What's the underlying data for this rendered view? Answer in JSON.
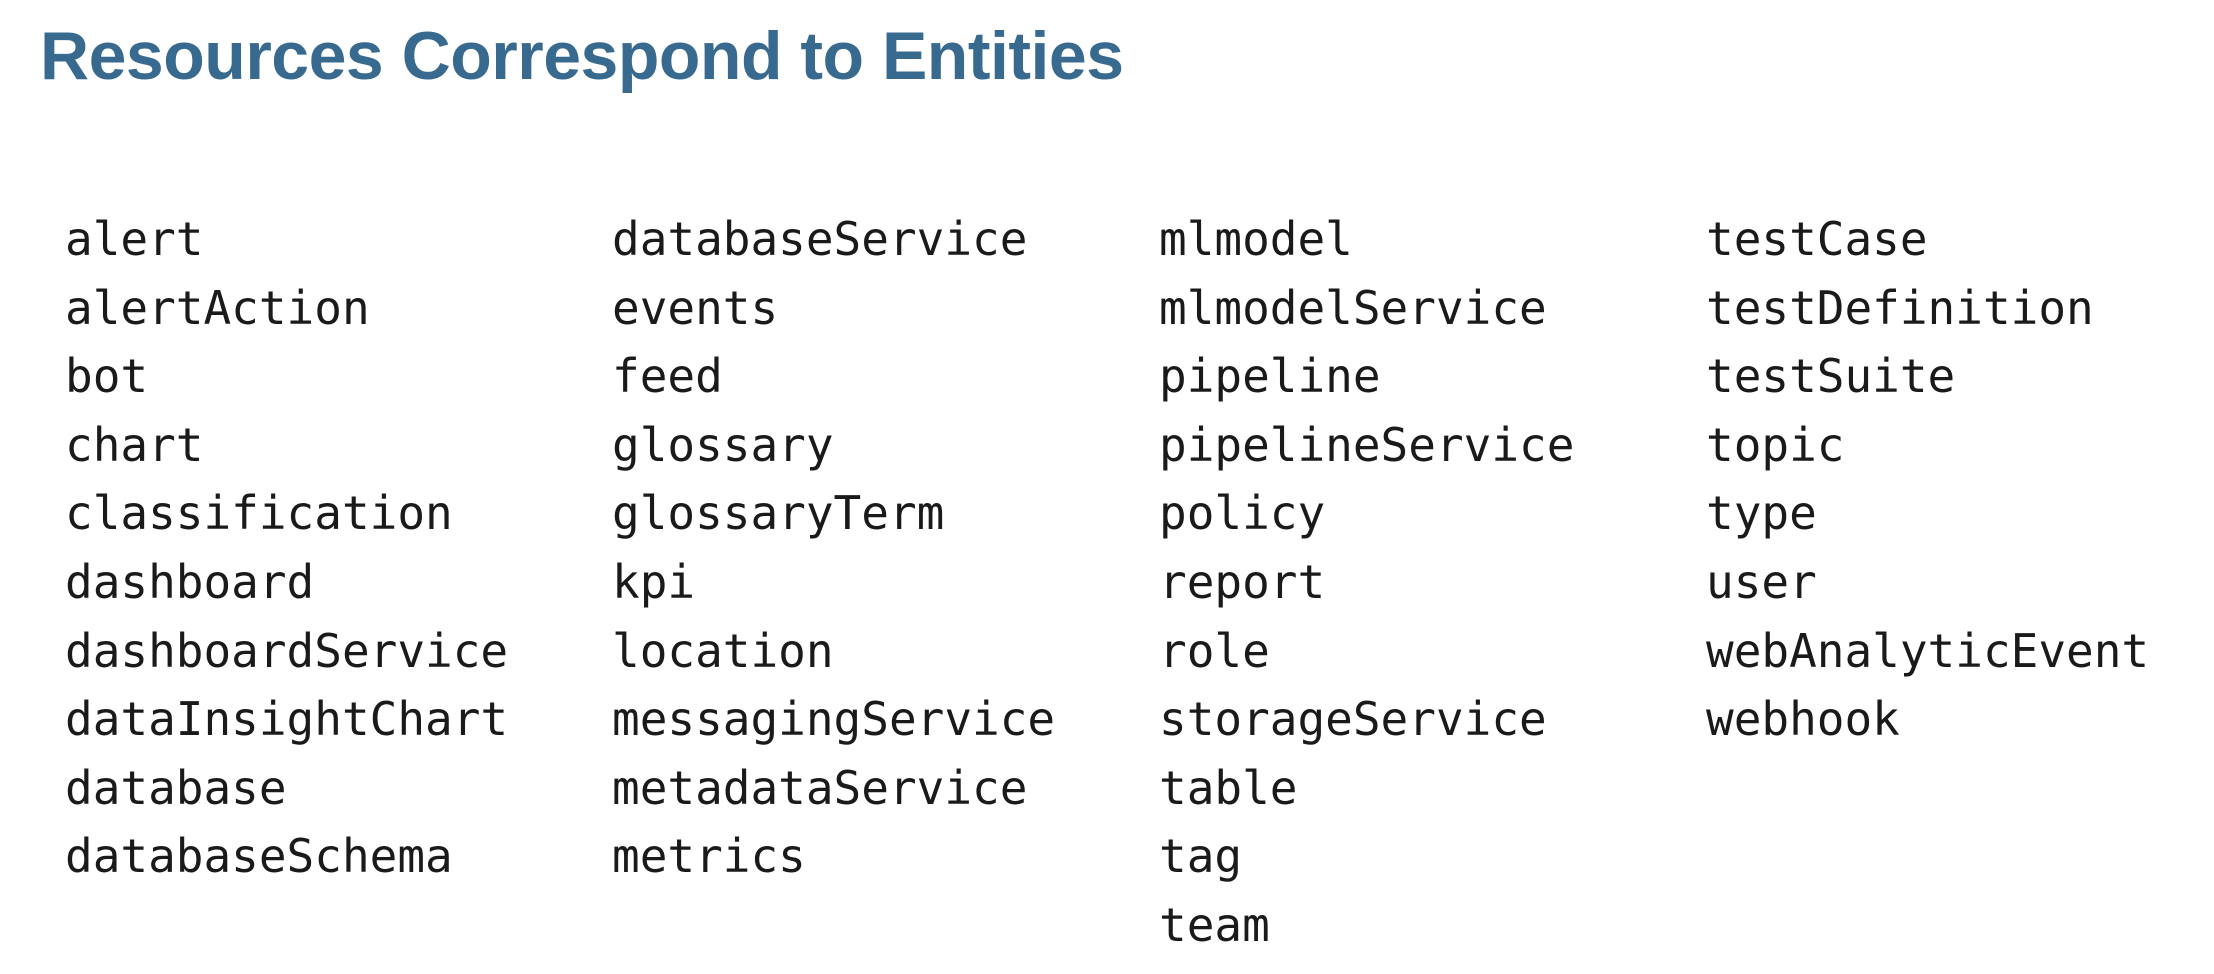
{
  "page": {
    "title": "Resources Correspond to Entities"
  },
  "colors": {
    "heading": "#38698F",
    "text": "#1A1A1A",
    "background": "#FFFFFF"
  },
  "entity_columns": [
    {
      "items": [
        "alert",
        "alertAction",
        "bot",
        "chart",
        "classification",
        "dashboard",
        "dashboardService",
        "dataInsightChart",
        "database",
        "databaseSchema"
      ]
    },
    {
      "items": [
        "databaseService",
        "events",
        "feed",
        "glossary",
        "glossaryTerm",
        "kpi",
        "location",
        "messagingService",
        "metadataService",
        "metrics"
      ]
    },
    {
      "items": [
        "mlmodel",
        "mlmodelService",
        "pipeline",
        "pipelineService",
        "policy",
        "report",
        "role",
        "storageService",
        "table",
        "tag",
        "team"
      ]
    },
    {
      "items": [
        "testCase",
        "testDefinition",
        "testSuite",
        "topic",
        "type",
        "user",
        "webAnalyticEvent",
        "webhook"
      ]
    }
  ]
}
